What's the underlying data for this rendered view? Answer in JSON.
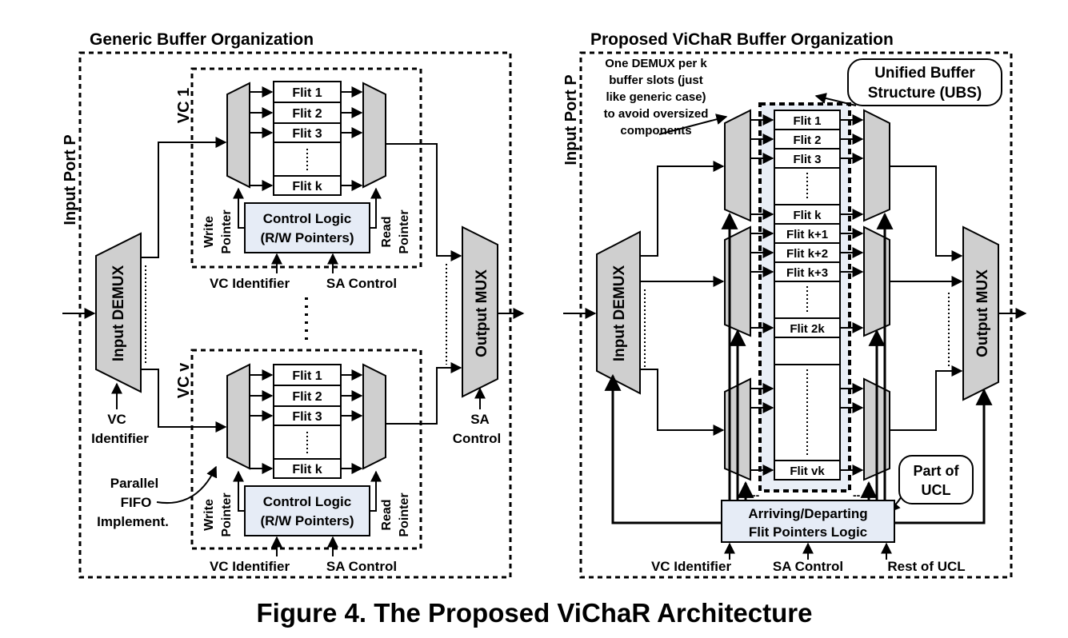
{
  "left": {
    "title": "Generic Buffer Organization",
    "port_label": "Input Port P",
    "demux_label": "Input DEMUX",
    "mux_label": "Output MUX",
    "vc_top_label": "VC 1",
    "vc_bottom_label": "VC v",
    "flits": [
      "Flit 1",
      "Flit 2",
      "Flit 3",
      "Flit k"
    ],
    "control_logic_line1": "Control Logic",
    "control_logic_line2": "(R/W Pointers)",
    "write_pointer": [
      "Write",
      "Pointer"
    ],
    "read_pointer": [
      "Read",
      "Pointer"
    ],
    "vc_identifier": "VC Identifier",
    "sa_control": "SA Control",
    "demux_ctrl": [
      "VC",
      "Identifier"
    ],
    "mux_ctrl": [
      "SA",
      "Control"
    ],
    "parallel_fifo": [
      "Parallel",
      "FIFO",
      "Implement."
    ]
  },
  "right": {
    "title": "Proposed ViChaR Buffer Organization",
    "port_label": "Input Port P",
    "demux_label": "Input DEMUX",
    "mux_label": "Output MUX",
    "note": [
      "One DEMUX per k",
      "buffer slots (just",
      "like generic case)",
      "to avoid oversized",
      "components"
    ],
    "ubs_label": [
      "Unified Buffer",
      "Structure (UBS)"
    ],
    "part_of_ucl": [
      "Part of",
      "UCL"
    ],
    "flits": [
      "Flit 1",
      "Flit 2",
      "Flit 3",
      "Flit k",
      "Flit k+1",
      "Flit k+2",
      "Flit k+3",
      "Flit 2k",
      "Flit vk"
    ],
    "pointer_logic": [
      "Arriving/Departing",
      "Flit Pointers Logic"
    ],
    "bottom_labels": [
      "VC Identifier",
      "SA Control",
      "Rest of UCL"
    ]
  },
  "caption": "Figure 4. The Proposed ViChaR Architecture",
  "colors": {
    "mux_fill": "#cfcfcf",
    "logic_fill": "#e6ecf6",
    "ubs_fill": "#e9eef6",
    "ink": "#000000"
  }
}
